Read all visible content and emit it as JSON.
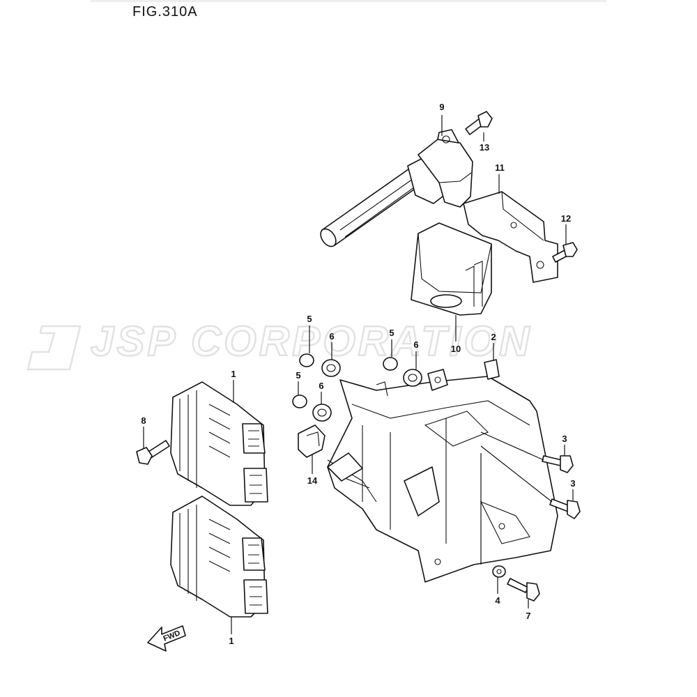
{
  "figure": {
    "title": "FIG.310A"
  },
  "watermark": {
    "text": "JSP CORPORATION"
  },
  "orientation": {
    "fwd_label": "FWD"
  },
  "callouts": {
    "c1a": "1",
    "c1b": "1",
    "c2": "2",
    "c3a": "3",
    "c3b": "3",
    "c4": "4",
    "c5a": "5",
    "c5b": "5",
    "c5c": "5",
    "c6a": "6",
    "c6b": "6",
    "c6c": "6",
    "c7": "7",
    "c8": "8",
    "c9": "9",
    "c10": "10",
    "c11": "11",
    "c12": "12",
    "c13": "13",
    "c14": "14"
  },
  "colors": {
    "line": "#111111",
    "watermark_outline": "#e2e2e2",
    "background": "#ffffff"
  }
}
